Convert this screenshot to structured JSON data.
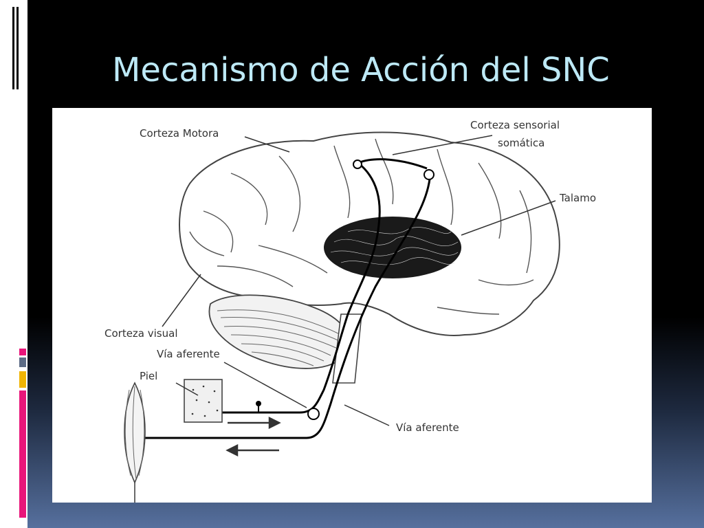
{
  "slide": {
    "title": "Mecanismo de Acción del SNC"
  },
  "diagram": {
    "labels": {
      "motor_cortex": "Corteza Motora",
      "sensory_cortex_line1": "Corteza sensorial",
      "sensory_cortex_line2": "somática",
      "thalamus": "Talamo",
      "visual_cortex": "Corteza visual",
      "afferent_path_upper": "Vía aferente",
      "skin": "Piel",
      "afferent_path_lower": "Vía aferente"
    }
  },
  "decor": {
    "accent_colors": [
      "#ffffff",
      "#5c6b85",
      "#f0b400",
      "#e8157a"
    ]
  }
}
